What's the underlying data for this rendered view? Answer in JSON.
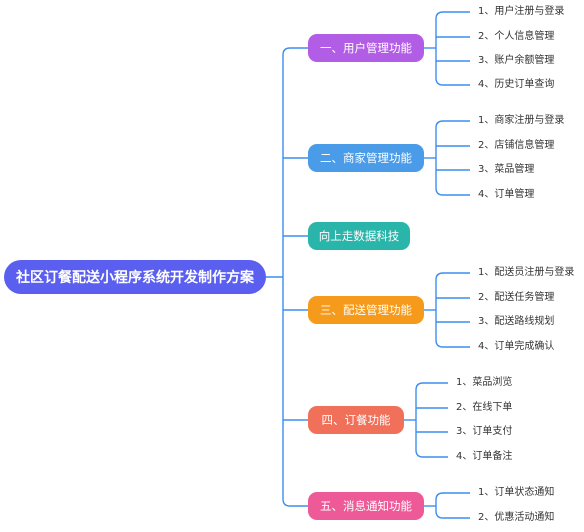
{
  "root": {
    "label": "社区订餐配送小程序系统开发制作方案",
    "color": "#5b5ff0"
  },
  "branches": [
    {
      "label": "一、用户管理功能",
      "color": "#b25de6",
      "items": [
        "1、用户注册与登录",
        "2、个人信息管理",
        "3、账户余额管理",
        "4、历史订单查询"
      ]
    },
    {
      "label": "二、商家管理功能",
      "color": "#4a9be8",
      "items": [
        "1、商家注册与登录",
        "2、店铺信息管理",
        "3、菜品管理",
        "4、订单管理"
      ]
    },
    {
      "label": "向上走数据科技",
      "color": "#2ab5ab",
      "items": []
    },
    {
      "label": "三、配送管理功能",
      "color": "#f59a1a",
      "items": [
        "1、配送员注册与登录",
        "2、配送任务管理",
        "3、配送路线规划",
        "4、订单完成确认"
      ]
    },
    {
      "label": "四、订餐功能",
      "color": "#f0705a",
      "items": [
        "1、菜品浏览",
        "2、在线下单",
        "3、订单支付",
        "4、订单备注"
      ]
    },
    {
      "label": "五、消息通知功能",
      "color": "#ee5a98",
      "items": [
        "1、订单状态通知",
        "2、优惠活动通知"
      ]
    }
  ],
  "link_color": "#3d8ef0"
}
